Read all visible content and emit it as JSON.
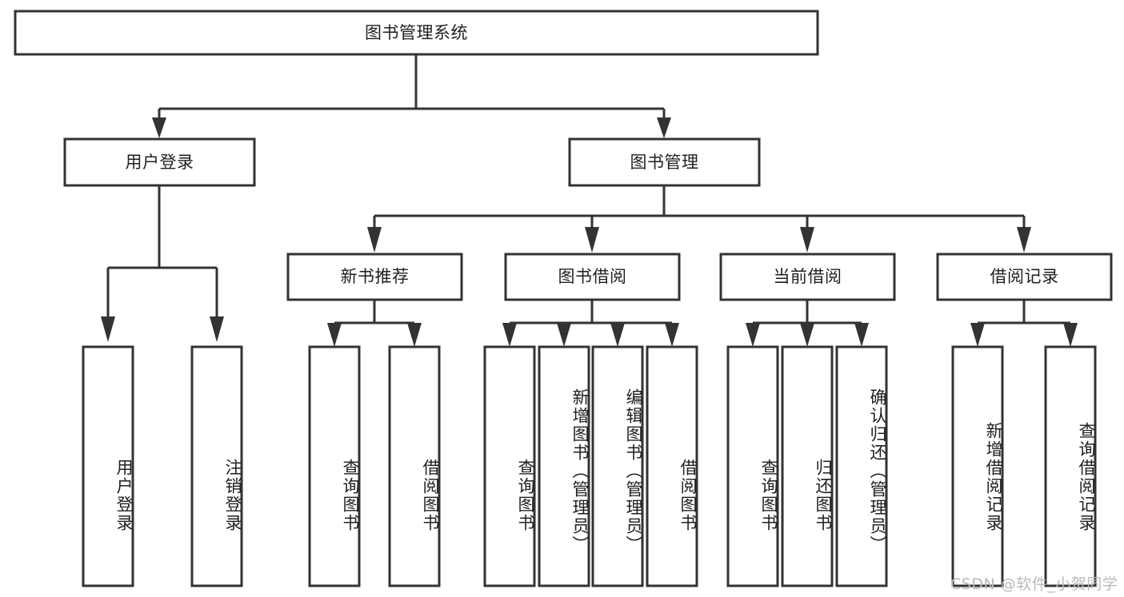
{
  "diagram": {
    "title": "图书管理系统",
    "type": "hierarchy-tree",
    "orientation": "top-down",
    "colors": {
      "box_stroke": "#333333",
      "box_fill": "#ffffff",
      "connector": "#333333",
      "text": "#1f1f1f",
      "watermark": "#b9b9b9",
      "background": "#ffffff"
    },
    "root": {
      "label": "图书管理系统"
    },
    "level2": [
      {
        "label": "用户登录"
      },
      {
        "label": "图书管理"
      }
    ],
    "level3": [
      {
        "label": "新书推荐"
      },
      {
        "label": "图书借阅"
      },
      {
        "label": "当前借阅"
      },
      {
        "label": "借阅记录"
      }
    ],
    "leaves": {
      "user_login": [
        {
          "label": "用户登录"
        },
        {
          "label": "注销登录"
        }
      ],
      "new_book_recommend": [
        {
          "label": "查询图书"
        },
        {
          "label": "借阅图书"
        }
      ],
      "book_borrow": [
        {
          "label": "查询图书"
        },
        {
          "label": "新增图书（管理员）"
        },
        {
          "label": "编辑图书（管理员）"
        },
        {
          "label": "借阅图书"
        }
      ],
      "current_borrow": [
        {
          "label": "查询图书"
        },
        {
          "label": "归还图书"
        },
        {
          "label": "确认归还（管理员）"
        }
      ],
      "borrow_record": [
        {
          "label": "新增借阅记录"
        },
        {
          "label": "查询借阅记录"
        }
      ]
    },
    "watermark": "CSDN @软件_小贺同学"
  }
}
